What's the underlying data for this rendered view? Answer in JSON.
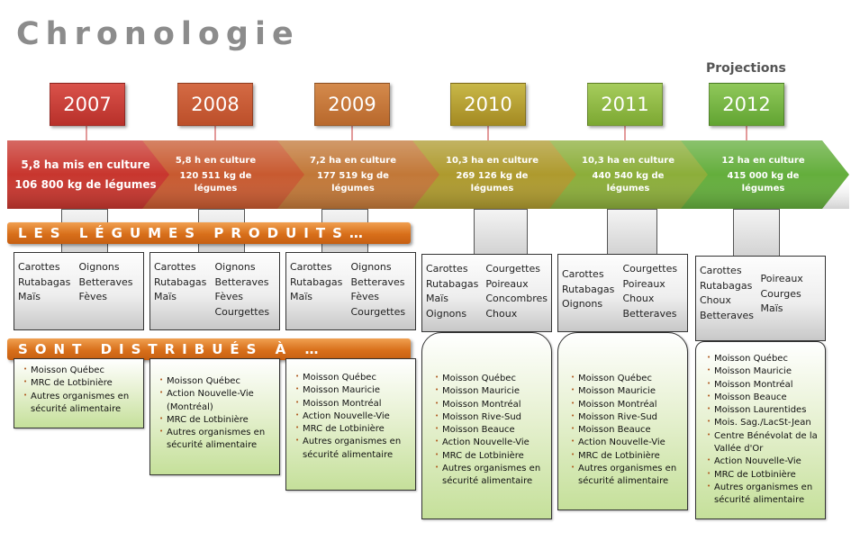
{
  "title": "Chronologie",
  "projections_label": "Projections",
  "band_legumes": "LES LÉGUMES PRODUITS…",
  "band_distribues": "SONT DISTRIBUÉS À …",
  "colors": {
    "y2007": "#c83c32",
    "y2008": "#c85a30",
    "y2009": "#c6783a",
    "y2010": "#b09a2c",
    "y2011": "#86b53e",
    "y2012": "#6cb13f",
    "band": "#d86f1a"
  },
  "years": [
    {
      "year": "2007",
      "line1": "5,8 ha mis en culture",
      "line2": "106 800 kg de légumes",
      "line3": "",
      "vegetables": [
        [
          "Carottes",
          "Rutabagas",
          "Maïs"
        ],
        [
          "Oignons",
          "Betteraves",
          "Fèves"
        ]
      ],
      "organisations": [
        "Moisson Québec",
        "MRC de Lotbinière",
        "Autres organismes en sécurité alimentaire"
      ]
    },
    {
      "year": "2008",
      "line1": "5,8 h en culture",
      "line2": "120 511 kg de",
      "line3": "légumes",
      "vegetables": [
        [
          "Carottes",
          "Rutabagas",
          "Maïs"
        ],
        [
          "Oignons",
          "Betteraves",
          "Fèves",
          "Courgettes"
        ]
      ],
      "organisations": [
        "Moisson Québec",
        "Action Nouvelle-Vie (Montréal)",
        "MRC de Lotbinière",
        "Autres organismes en sécurité alimentaire"
      ]
    },
    {
      "year": "2009",
      "line1": "7,2 ha en culture",
      "line2": "177 519 kg de",
      "line3": "légumes",
      "vegetables": [
        [
          "Carottes",
          "Rutabagas",
          "Maïs"
        ],
        [
          "Oignons",
          "Betteraves",
          "Fèves",
          "Courgettes"
        ]
      ],
      "organisations": [
        "Moisson Québec",
        "Moisson Mauricie",
        "Moisson Montréal",
        "Action Nouvelle-Vie",
        "MRC de Lotbinière",
        "Autres organismes en sécurité alimentaire"
      ]
    },
    {
      "year": "2010",
      "line1": "10,3 ha en culture",
      "line2": "269 126 kg de",
      "line3": "légumes",
      "vegetables": [
        [
          "Carottes",
          "Rutabagas",
          "Maïs",
          "Oignons"
        ],
        [
          "Courgettes",
          "Poireaux",
          "Concombres",
          "Choux"
        ]
      ],
      "organisations": [
        "Moisson Québec",
        "Moisson Mauricie",
        "Moisson Montréal",
        "Moisson Rive-Sud",
        "Moisson Beauce",
        "Action Nouvelle-Vie",
        "MRC de Lotbinière",
        "Autres organismes en sécurité alimentaire"
      ]
    },
    {
      "year": "2011",
      "line1": "10,3 ha en culture",
      "line2": "440 540 kg de",
      "line3": "légumes",
      "vegetables": [
        [
          "Carottes",
          "Rutabagas",
          "Oignons"
        ],
        [
          "Courgettes",
          "Poireaux",
          "Choux",
          "Betteraves"
        ]
      ],
      "organisations": [
        "Moisson Québec",
        "Moisson Mauricie",
        "Moisson Montréal",
        "Moisson Rive-Sud",
        "Moisson Beauce",
        "Action Nouvelle-Vie",
        "MRC de Lotbinière",
        "Autres organismes en sécurité alimentaire"
      ]
    },
    {
      "year": "2012",
      "line1": "12 ha en culture",
      "line2": "415 000 kg de",
      "line3": "légumes",
      "vegetables": [
        [
          "Carottes",
          "Rutabagas",
          "Choux",
          "Betteraves"
        ],
        [
          "Poireaux",
          "Courges",
          "Maïs"
        ]
      ],
      "organisations": [
        "Moisson Québec",
        "Moisson Mauricie",
        "Moisson Montréal",
        "Moisson Beauce",
        "Moisson Laurentides",
        "Mois. Sag./LacSt-Jean",
        "Centre Bénévolat de la Vallée d'Or",
        "Action Nouvelle-Vie",
        "MRC de Lotbinière",
        "Autres organismes en sécurité alimentaire"
      ]
    }
  ]
}
